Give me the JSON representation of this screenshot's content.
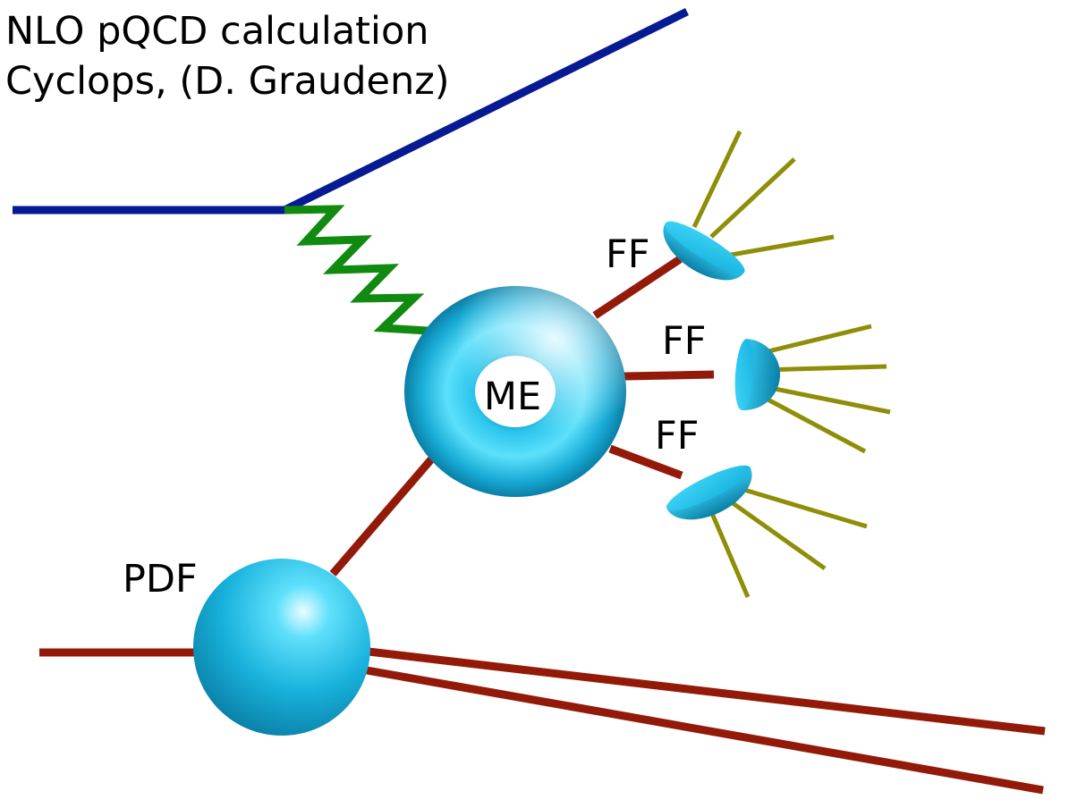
{
  "title": {
    "line1": "NLO pQCD calculation",
    "line2": "Cyclops, (D. Graudenz)"
  },
  "labels": {
    "matrix_element": "ME",
    "pdf": "PDF",
    "ff_1": "FF",
    "ff_2": "FF",
    "ff_3": "FF"
  },
  "colors": {
    "lepton_line": "#061a94",
    "boson_line": "#118a10",
    "parton_line": "#931a08",
    "hadron_line": "#8f8e08",
    "blob": "#19b6df"
  }
}
